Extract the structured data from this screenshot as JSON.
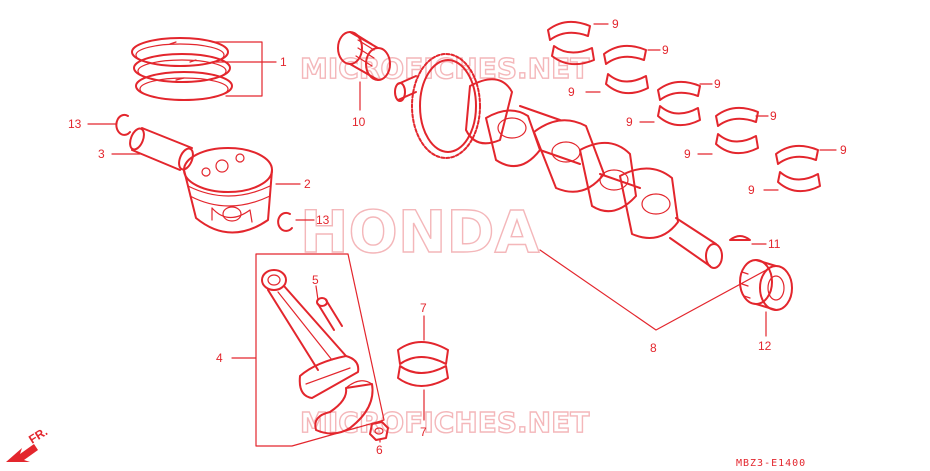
{
  "watermarks": {
    "top": "MICROFICHES.NET",
    "center": "HONDA",
    "bottom": "MICROFICHES.NET"
  },
  "callouts": {
    "n1": "1",
    "n2": "2",
    "n3": "3",
    "n4": "4",
    "n5": "5",
    "n6": "6",
    "n7a": "7",
    "n7b": "7",
    "n8": "8",
    "n9": "9",
    "n10": "10",
    "n11": "11",
    "n12": "12",
    "n13a": "13",
    "n13b": "13"
  },
  "front_indicator": "FR.",
  "diagram_code": "MBZ3-E1400",
  "accent_color": "#e3262d"
}
